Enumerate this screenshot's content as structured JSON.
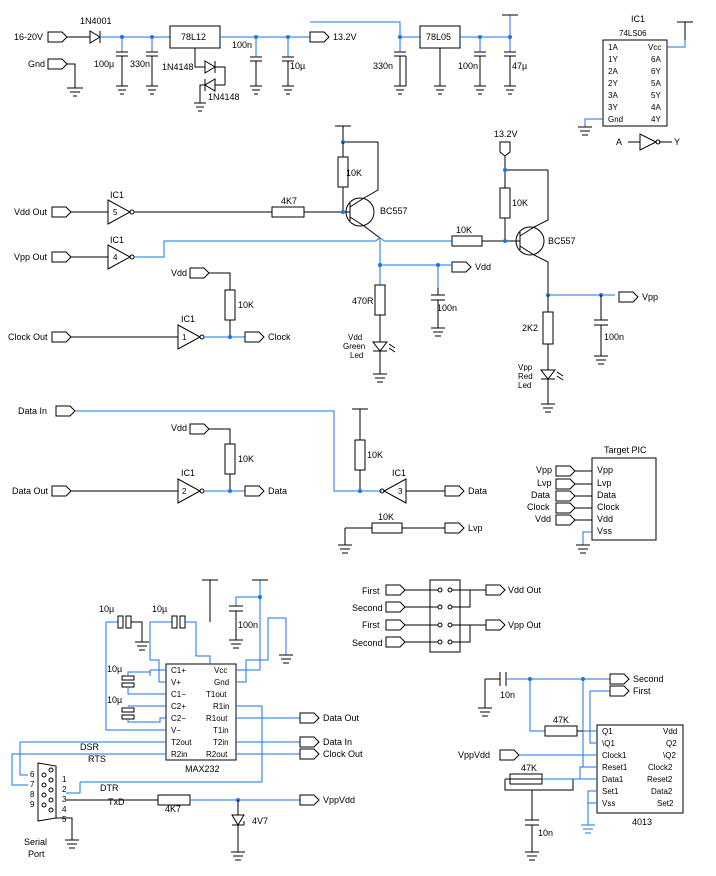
{
  "power": {
    "in_16_20v": "16-20V",
    "gnd": "Gnd",
    "d1": "1N4001",
    "c1": "100µ",
    "c2": "330n",
    "reg1": "78L12",
    "d2": "1N4148",
    "d3": "1N4148",
    "c3": "100n",
    "c4": "10µ",
    "out_13v2": "13.2V",
    "c5": "330n",
    "reg2": "78L05",
    "c6": "100n",
    "c7": "47µ"
  },
  "ic_ref": {
    "title": "IC1",
    "part": "74LS06",
    "left_pins": [
      "1A",
      "1Y",
      "2A",
      "2Y",
      "3A",
      "3Y",
      "Gnd"
    ],
    "right_pins": [
      "Vcc",
      "6A",
      "6Y",
      "5A",
      "5Y",
      "4A",
      "4Y"
    ],
    "gate_a": "A",
    "gate_y": "Y"
  },
  "vdd_section": {
    "in_label": "Vdd Out",
    "ic_label": "IC1",
    "ic_num": "5",
    "r1": "4K7",
    "r_top": "10K",
    "transistor": "BC557",
    "r470": "470R",
    "c100n": "100n",
    "led": [
      "Vdd",
      "Green",
      "Led"
    ],
    "out_label": "Vdd"
  },
  "vpp_section": {
    "in_label": "Vpp Out",
    "ic_label": "IC1",
    "ic_num": "4",
    "supply": "13.2V",
    "r_top": "10K",
    "r_base": "10K",
    "transistor": "BC557",
    "r2k2": "2K2",
    "c100n": "100n",
    "led": [
      "Vpp",
      "Red",
      "Led"
    ],
    "out_label": "Vpp"
  },
  "clock_section": {
    "vdd": "Vdd",
    "r": "10K",
    "in_label": "Clock Out",
    "ic_label": "IC1",
    "ic_num": "1",
    "out_label": "Clock"
  },
  "data_section": {
    "data_in": "Data In",
    "vdd": "Vdd",
    "r1": "10K",
    "r2": "10K",
    "in_label": "Data Out",
    "ic_label": "IC1",
    "ic_num": "2",
    "out_label": "Data",
    "ic3_label": "IC1",
    "ic3_num": "3",
    "out3_label": "Data",
    "r_lvp": "10K",
    "lvp": "Lvp"
  },
  "target": {
    "title": "Target PIC",
    "left": [
      "Vpp",
      "Lvp",
      "Data",
      "Clock",
      "Vdd"
    ],
    "pins": [
      "Vpp",
      "Lvp",
      "Data",
      "Clock",
      "Vdd",
      "Vss"
    ]
  },
  "switch": {
    "rows": [
      "First",
      "Second",
      "First",
      "Second"
    ],
    "out1": "Vdd Out",
    "out2": "Vpp Out"
  },
  "max232": {
    "name": "MAX232",
    "left_pins": [
      "C1+",
      "V+",
      "C1−",
      "C2+",
      "C2−",
      "V−",
      "T2out",
      "R2in"
    ],
    "right_pins": [
      "Vcc",
      "Gnd",
      "T1out",
      "R1in",
      "R1out",
      "T1in",
      "T2in",
      "R2out"
    ],
    "cap_labels": [
      "10µ",
      "10µ",
      "10µ",
      "10µ",
      "100n"
    ],
    "dsr": "DSR",
    "rts": "RTS",
    "dtr": "DTR",
    "txd": "TxD",
    "r4k7": "4K7",
    "zener": "4V7",
    "data_out": "Data Out",
    "data_in": "Data In",
    "clock_out": "Clock Out",
    "vppvdd": "VppVdd",
    "port_pins_left": [
      "6",
      "7",
      "8",
      "9"
    ],
    "port_pins_right": [
      "1",
      "2",
      "3",
      "4",
      "5"
    ],
    "port_label": [
      "Serial",
      "Port"
    ]
  },
  "cd4013": {
    "name": "4013",
    "left_pins": [
      "Q1",
      "\\Q1",
      "Clock1",
      "Reset1",
      "Data1",
      "Set1",
      "Vss"
    ],
    "right_pins": [
      "Vdd",
      "Q2",
      "\\Q2",
      "Clock2",
      "Reset2",
      "Data2",
      "Set2"
    ],
    "cap1": "10n",
    "second": "Second",
    "first": "First",
    "r1": "47K",
    "vppvdd": "VppVdd",
    "r2": "47K",
    "cap2": "10n"
  }
}
